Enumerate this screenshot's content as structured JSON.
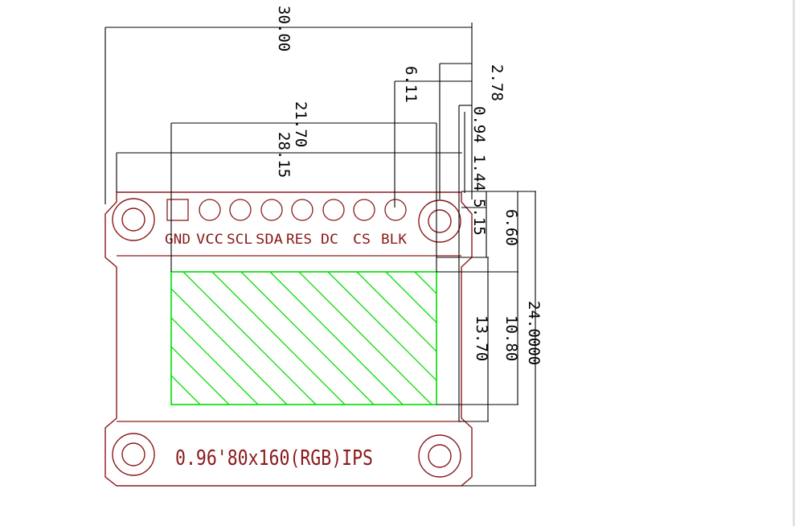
{
  "colors": {
    "board": "#8b1a1a",
    "dim": "#000000",
    "display": "#00dd00",
    "label": "#8b1a1a"
  },
  "dimensions": {
    "width_total": "30.00",
    "hole_to_hole_offset": "28.15",
    "display_offset": "21.70",
    "pin_offset": "6.11",
    "hole_edge": "2.78",
    "offset_a": "0.94",
    "offset_b": "1.44",
    "offset_c": "5.15",
    "offset_d": "6.60",
    "display_height": "10.80",
    "active_height": "13.70",
    "height_total": "24.0000"
  },
  "pins": [
    "GND",
    "VCC",
    "SCL",
    "SDA",
    "RES",
    "DC",
    "CS",
    "BLK"
  ],
  "product_label": "0.96'80x160(RGB)IPS"
}
